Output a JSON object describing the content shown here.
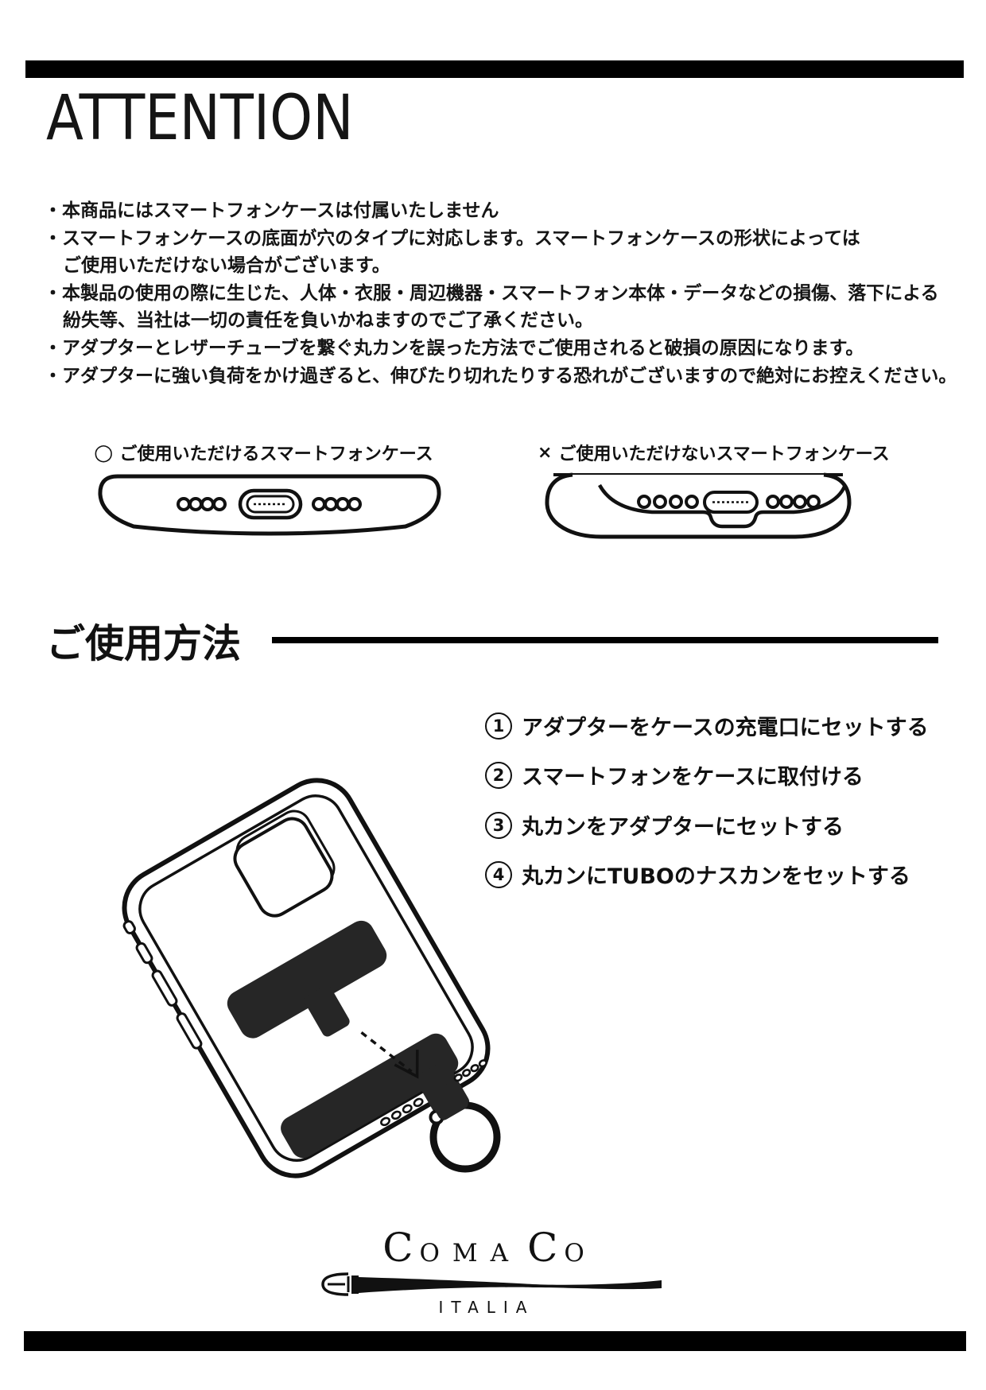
{
  "palette": {
    "ink": "#111111",
    "bar": "#000000",
    "adapter_fill": "#262626"
  },
  "attention": {
    "title": "ATTENTION",
    "bullets": [
      {
        "text": "・本商品にはスマートフォンケースは付属いたしません"
      },
      {
        "text": "・スマートフォンケースの底面が穴のタイプに対応します。スマートフォンケースの形状によっては"
      },
      {
        "text": "ご使用いただけない場合がございます。"
      },
      {
        "text": "・本製品の使用の際に生じた、人体・衣服・周辺機器・スマートフォン本体・データなどの損傷、落下による"
      },
      {
        "text": "紛失等、当社は一切の責任を負いかねますのでご了承ください。"
      },
      {
        "text": "・アダプターとレザーチューブを繋ぐ丸カンを誤った方法でご使用されると破損の原因になります。"
      },
      {
        "text": "・アダプターに強い負荷をかけ過ぎると、伸びたり切れたりする恐れがございますので絶対にお控えください。"
      }
    ]
  },
  "cases": {
    "ok": {
      "mark": "○",
      "label": "ご使用いただけるスマートフォンケース"
    },
    "ng": {
      "mark": "×",
      "label": "ご使用いただけないスマートフォンケース"
    }
  },
  "usage": {
    "heading": "ご使用方法",
    "steps": [
      {
        "num": "1",
        "text": "アダプターをケースの充電口にセットする"
      },
      {
        "num": "2",
        "text": "スマートフォンをケースに取付ける"
      },
      {
        "num": "3",
        "text": "丸カンをアダプターにセットする"
      },
      {
        "num": "4",
        "text": "丸カンにTUBOのナスカンをセットする"
      }
    ]
  },
  "logo": {
    "c1": "C",
    "mid": "OMA",
    "c2": "C",
    "o": "O",
    "country": "ITALIA"
  }
}
